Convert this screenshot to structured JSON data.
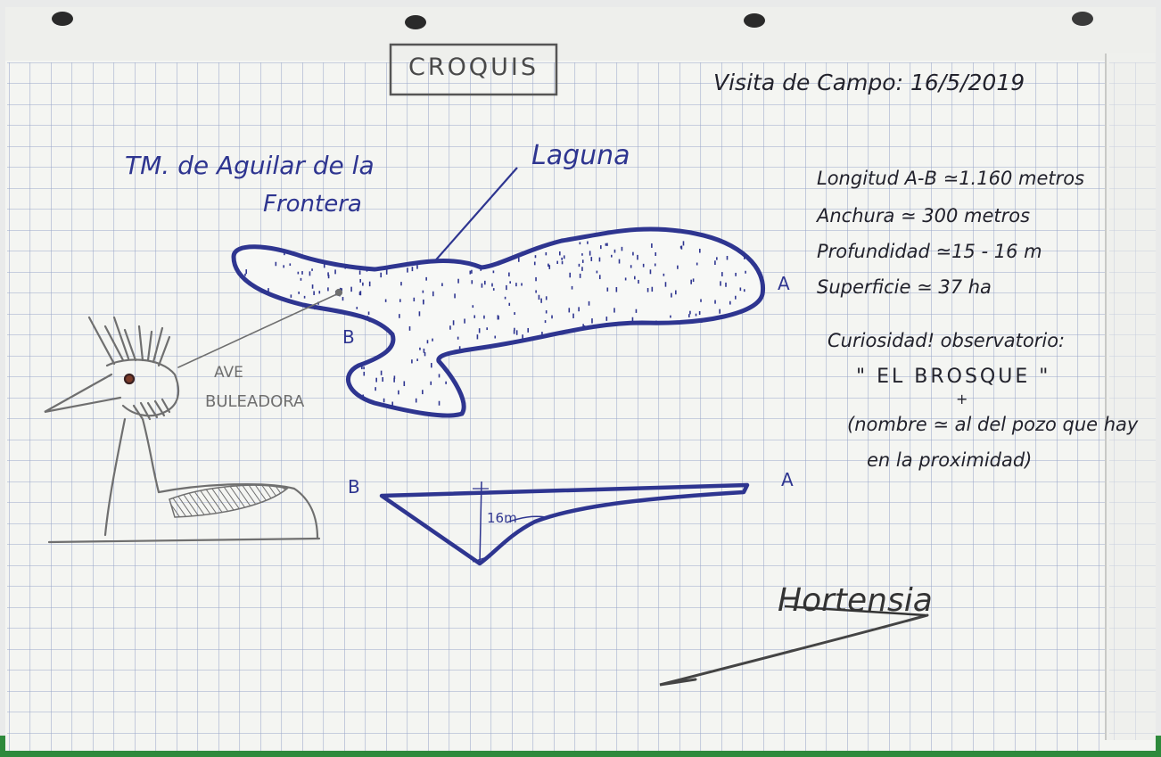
{
  "sketch": {
    "title": "CROQUIS",
    "visit": "Visita de Campo: 16/5/2019",
    "municipality_line1": "TM. de Aguilar de la",
    "municipality_line2": "Frontera",
    "lagoon_label": "Laguna",
    "point_a": "A",
    "point_b": "B",
    "bird_line1": "AVE",
    "bird_line2": "BULEADORA",
    "depth_label": "16m"
  },
  "facts": {
    "length": "Longitud A-B ≃1.160 metros",
    "width": "Anchura ≃ 300 metros",
    "depth": "Profundidad ≃15 - 16 m",
    "area": "Superficie ≃ 37 ha",
    "curiosity": "Curiosidad! observatorio:",
    "observatory": "\" EL BROSQUE \"",
    "plus": "+",
    "note_line1": "(nombre ≃ al del pozo que hay",
    "note_line2": "en la proximidad)"
  },
  "signature": "Hortensia",
  "colors": {
    "paper": "#f4f5f2",
    "grid": "#9aa7c9",
    "blue_ink": "#2e3590",
    "dark_ink": "#22222c",
    "pencil": "#707070",
    "table_green": "#2e8a3c"
  }
}
